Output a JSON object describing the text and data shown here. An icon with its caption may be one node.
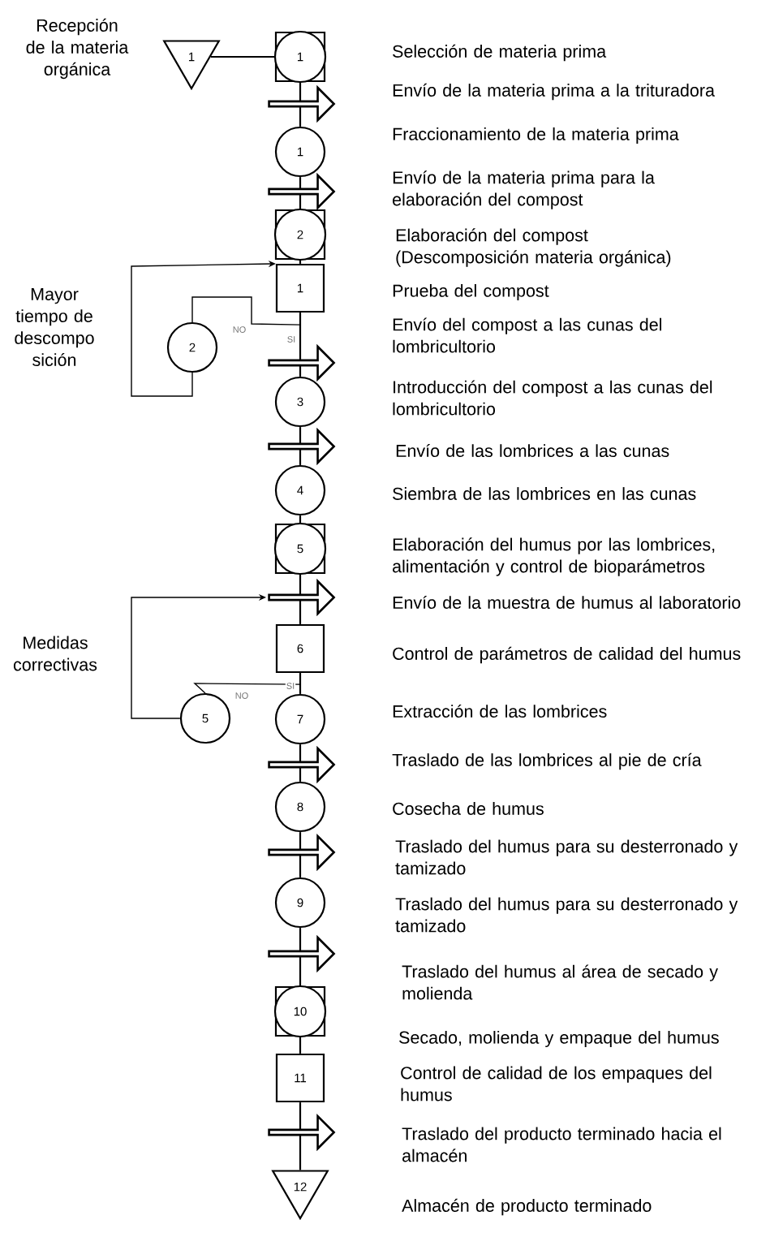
{
  "diagram": {
    "nodes": [
      {
        "text": [
          "1"
        ]
      },
      {
        "text": [
          "1"
        ]
      },
      {
        "text": [
          "1"
        ]
      },
      {
        "text": [
          "2"
        ]
      },
      {
        "text": [
          "1"
        ]
      },
      {
        "text": [
          "2"
        ]
      },
      {
        "text": [
          "3"
        ]
      },
      {
        "text": [
          "4"
        ]
      },
      {
        "text": [
          "5"
        ]
      },
      {
        "text": [
          "6"
        ]
      },
      {
        "text": [
          "5"
        ]
      },
      {
        "text": [
          "7"
        ]
      },
      {
        "text": [
          "8"
        ]
      },
      {
        "text": [
          "9"
        ]
      },
      {
        "text": [
          "10"
        ]
      },
      {
        "text": [
          "11"
        ]
      },
      {
        "text": [
          "12"
        ]
      }
    ],
    "edges": [
      {
        "from": 0,
        "to": 1,
        "arrow": "none"
      },
      {
        "from": 1,
        "to": 2,
        "arrow": "none"
      },
      {
        "from": 2,
        "to": 3,
        "arrow": "none"
      },
      {
        "from": 3,
        "to": 4,
        "arrow": "none"
      },
      {
        "from": 4,
        "to": 5,
        "arrow": "none",
        "label": "NO"
      },
      {
        "from": 5,
        "to": 4,
        "arrow": "to"
      },
      {
        "from": 4,
        "to": 6,
        "arrow": "none",
        "label": "SI"
      },
      {
        "from": 6,
        "to": 7,
        "arrow": "none"
      },
      {
        "from": 7,
        "to": 8,
        "arrow": "none"
      },
      {
        "from": 8,
        "to": 9,
        "arrow": "none"
      },
      {
        "from": 9,
        "to": 10,
        "arrow": "none",
        "label": "NO"
      },
      {
        "from": 10,
        "to": null,
        "arrow": "to"
      },
      {
        "from": 9,
        "to": 11,
        "arrow": "none",
        "label": "SI"
      },
      {
        "from": 11,
        "to": 12,
        "arrow": "none"
      },
      {
        "from": 12,
        "to": 13,
        "arrow": "none"
      },
      {
        "from": 13,
        "to": 14,
        "arrow": "none"
      },
      {
        "from": 14,
        "to": 15,
        "arrow": "none"
      },
      {
        "from": 15,
        "to": 16,
        "arrow": "none"
      }
    ],
    "labels": [
      "Recepción de la materia orgánica",
      "Selección de materia prima",
      "Envío de la materia prima a la trituradora",
      "Fraccionamiento de la materia prima",
      "Envío de la materia prima para la elaboración del compost",
      "Elaboración del compost (Descomposición materia orgánica)",
      "Prueba del compost",
      "Mayor tiempo de descompo sición",
      "Envío del compost a las cunas del lombricultorio",
      "Introducción del compost a las cunas del lombricultorio",
      "Envío de las lombrices a las cunas",
      "Siembra de las lombrices en las cunas",
      "Elaboración del humus por las lombrices, alimentación y control de bioparámetros",
      "Envío de la muestra de humus al laboratorio",
      "Medidas correctivas",
      "Control de parámetros de calidad del humus",
      "Extracción de las lombrices",
      "Traslado de las lombrices al pie de cría",
      "Cosecha de humus",
      "Traslado del humus para su desterronado y tamizado",
      "Traslado del humus para su desterronado y tamizado",
      "Traslado del humus al área de secado y molienda",
      "Secado, molienda y empaque del humus",
      "Control de calidad de los empaques del humus",
      "Traslado del producto terminado hacia el almacén",
      "Almacén de producto terminado"
    ]
  }
}
